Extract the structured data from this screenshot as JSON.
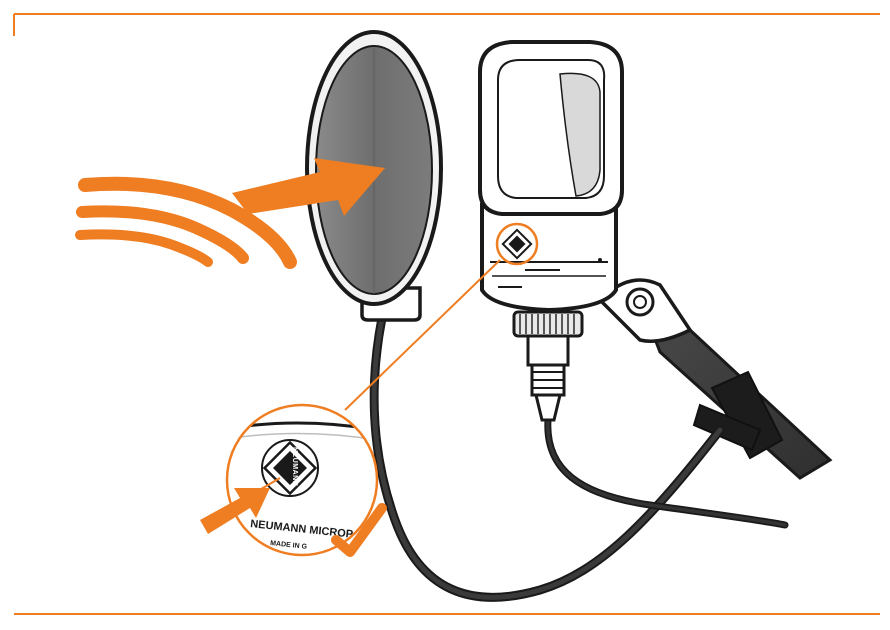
{
  "colors": {
    "accent": "#EF7D22",
    "outline": "#1A1A1A",
    "filter_mesh": "#777777",
    "filter_rim": "#F2F2F2",
    "body": "#FFFFFF",
    "cable": "#2A2A2A",
    "stand": "#3A3A3A",
    "clamp": "#1C1C1C"
  },
  "icons": {
    "sound_waves": "sound-waves-icon",
    "airflow_arrow": "airflow-arrow-icon",
    "pointer_arrow": "pointer-arrow-icon",
    "checkmark": "checkmark-icon",
    "brand_logo": "diamond-logo-icon"
  },
  "labels": {
    "brand_vertical": "NEUMANN",
    "model_line": "NEUMANN MICROP",
    "origin_line": "MADE IN G"
  }
}
